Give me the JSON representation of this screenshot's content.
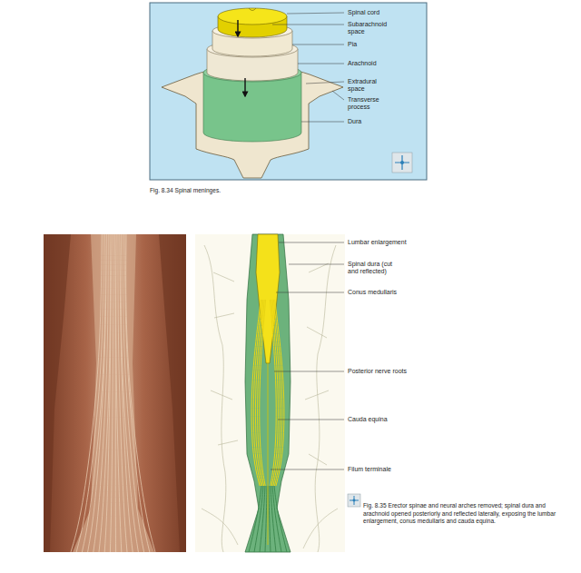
{
  "diagram": {
    "labels": [
      "Spinal cord",
      "Subarachnoid space",
      "Pia",
      "Arachnoid",
      "Extradural space",
      "Transverse process",
      "Dura",
      "Fig. 8.34 Spinal meninges.",
      "Lumbar enlargement",
      "Spinal dura (cut and reflected)",
      "Conus medullaris",
      "Posterior nerve roots",
      "Cauda equina",
      "Filum terminale",
      "Fig. 8.35 Erector spinae and neural arches removed; spinal dura and arachnoid opened posteriorly and reflected laterally, exposing the lumbar enlargement, conus medullaris and cauda equina."
    ]
  }
}
